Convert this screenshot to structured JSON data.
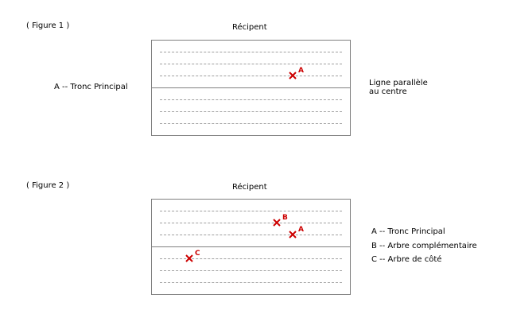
{
  "figure1": {
    "caption": "( Figure 1 )",
    "container_label": "Récipent",
    "left_label": "A -- Tronc Principal",
    "right_label_line1": "Ligne parallèle",
    "right_label_line2": "au centre",
    "marks": [
      {
        "letter": "A"
      }
    ]
  },
  "figure2": {
    "caption": "( Figure 2 )",
    "container_label": "Récipent",
    "marks": [
      {
        "letter": "B"
      },
      {
        "letter": "A"
      },
      {
        "letter": "C"
      }
    ],
    "legend": [
      "A -- Tronc Principal",
      "B -- Arbre complémentaire",
      "C -- Arbre de côté"
    ]
  },
  "colors": {
    "mark": "#cc0000",
    "box_border": "#808080",
    "dash": "#a0a0a0"
  },
  "icons": {
    "mark": "cross-icon"
  }
}
